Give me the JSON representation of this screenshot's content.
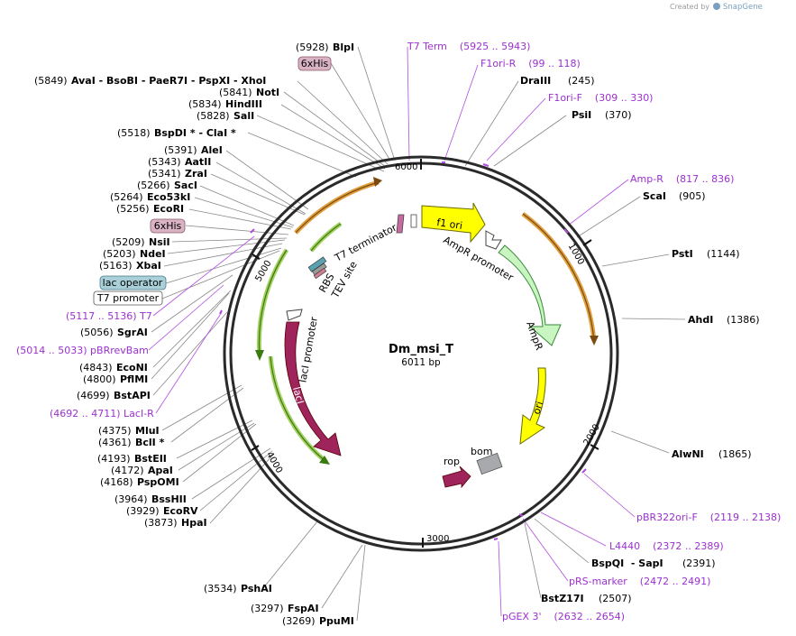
{
  "credit": {
    "created_by": "Created by",
    "brand": "SnapGene"
  },
  "plasmid": {
    "name": "Dm_msi_T",
    "size": "6011 bp"
  },
  "ticks": [
    "6000",
    "1000",
    "2000",
    "3000",
    "4000",
    "5000"
  ],
  "features": {
    "f1_ori": "f1 ori",
    "ampr_promoter": "AmpR promoter",
    "ampr": "AmpR",
    "ori": "ori",
    "rop": "rop",
    "bom": "bom",
    "laci": "lacI",
    "laci_promoter": "lacI promoter",
    "t7_terminator": "T7 terminator",
    "rbs": "RBS",
    "tev_site": "TEV site"
  },
  "left_labels": [
    {
      "pos": "(5928)",
      "name": "BlpI"
    },
    {
      "box": "6xHis"
    },
    {
      "pos": "(5849)",
      "name": "AvaI  - BsoBI  - PaeR7I  - PspXI  - XhoI"
    },
    {
      "pos": "(5841)",
      "name": "NotI"
    },
    {
      "pos": "(5834)",
      "name": "HindIII"
    },
    {
      "pos": "(5828)",
      "name": "SalI"
    },
    {
      "pos": "(5518)",
      "name": "BspDI * - ClaI *"
    },
    {
      "pos": "(5391)",
      "name": "AleI"
    },
    {
      "pos": "(5343)",
      "name": "AatII"
    },
    {
      "pos": "(5341)",
      "name": "ZraI"
    },
    {
      "pos": "(5266)",
      "name": "SacI"
    },
    {
      "pos": "(5264)",
      "name": "Eco53kI"
    },
    {
      "pos": "(5256)",
      "name": "EcoRI"
    },
    {
      "box": "6xHis"
    },
    {
      "pos": "(5209)",
      "name": "NsiI"
    },
    {
      "pos": "(5203)",
      "name": "NdeI"
    },
    {
      "pos": "(5163)",
      "name": "XbaI"
    },
    {
      "box": "lac operator"
    },
    {
      "box": "T7 promoter"
    },
    {
      "primer": "(5117 .. 5136)  T7"
    },
    {
      "pos": "(5056)",
      "name": "SgrAI"
    },
    {
      "primer": "(5014 .. 5033)  pBRrevBam"
    },
    {
      "pos": "(4843)",
      "name": "EcoNI"
    },
    {
      "pos": "(4800)",
      "name": "PflMI"
    },
    {
      "pos": "(4699)",
      "name": "BstAPI"
    },
    {
      "primer": "(4692 .. 4711)  LacI-R"
    },
    {
      "pos": "(4375)",
      "name": "MluI"
    },
    {
      "pos": "(4361)",
      "name": "BclI *"
    },
    {
      "pos": "(4193)",
      "name": "BstEII"
    },
    {
      "pos": "(4172)",
      "name": "ApaI"
    },
    {
      "pos": "(4168)",
      "name": "PspOMI"
    },
    {
      "pos": "(3964)",
      "name": "BssHII"
    },
    {
      "pos": "(3929)",
      "name": "EcoRV"
    },
    {
      "pos": "(3873)",
      "name": "HpaI"
    },
    {
      "pos": "(3534)",
      "name": "PshAI"
    },
    {
      "pos": "(3297)",
      "name": "FspAI"
    },
    {
      "pos": "(3269)",
      "name": "PpuMI"
    }
  ],
  "right_labels": [
    {
      "primer": "T7 Term    (5925 .. 5943)"
    },
    {
      "primer": "F1ori-R    (99 .. 118)"
    },
    {
      "name": "DraIII",
      "pos": "(245)"
    },
    {
      "primer": "F1ori-F    (309 .. 330)"
    },
    {
      "name": "PsiI",
      "pos": "(370)"
    },
    {
      "primer": "Amp-R    (817 .. 836)"
    },
    {
      "name": "ScaI",
      "pos": "(905)"
    },
    {
      "name": "PstI",
      "pos": "(1144)"
    },
    {
      "name": "AhdI",
      "pos": "(1386)"
    },
    {
      "name": "AlwNI",
      "pos": "(1865)"
    },
    {
      "primer": "pBR322ori-F    (2119 .. 2138)"
    },
    {
      "primer": "L4440    (2372 .. 2389)"
    },
    {
      "name": "BspQI  - SapI",
      "pos": "(2391)"
    },
    {
      "primer": "pRS-marker    (2472 .. 2491)"
    },
    {
      "name": "BstZ17I",
      "pos": "(2507)"
    },
    {
      "primer": "pGEX 3'    (2632 .. 2654)"
    }
  ]
}
